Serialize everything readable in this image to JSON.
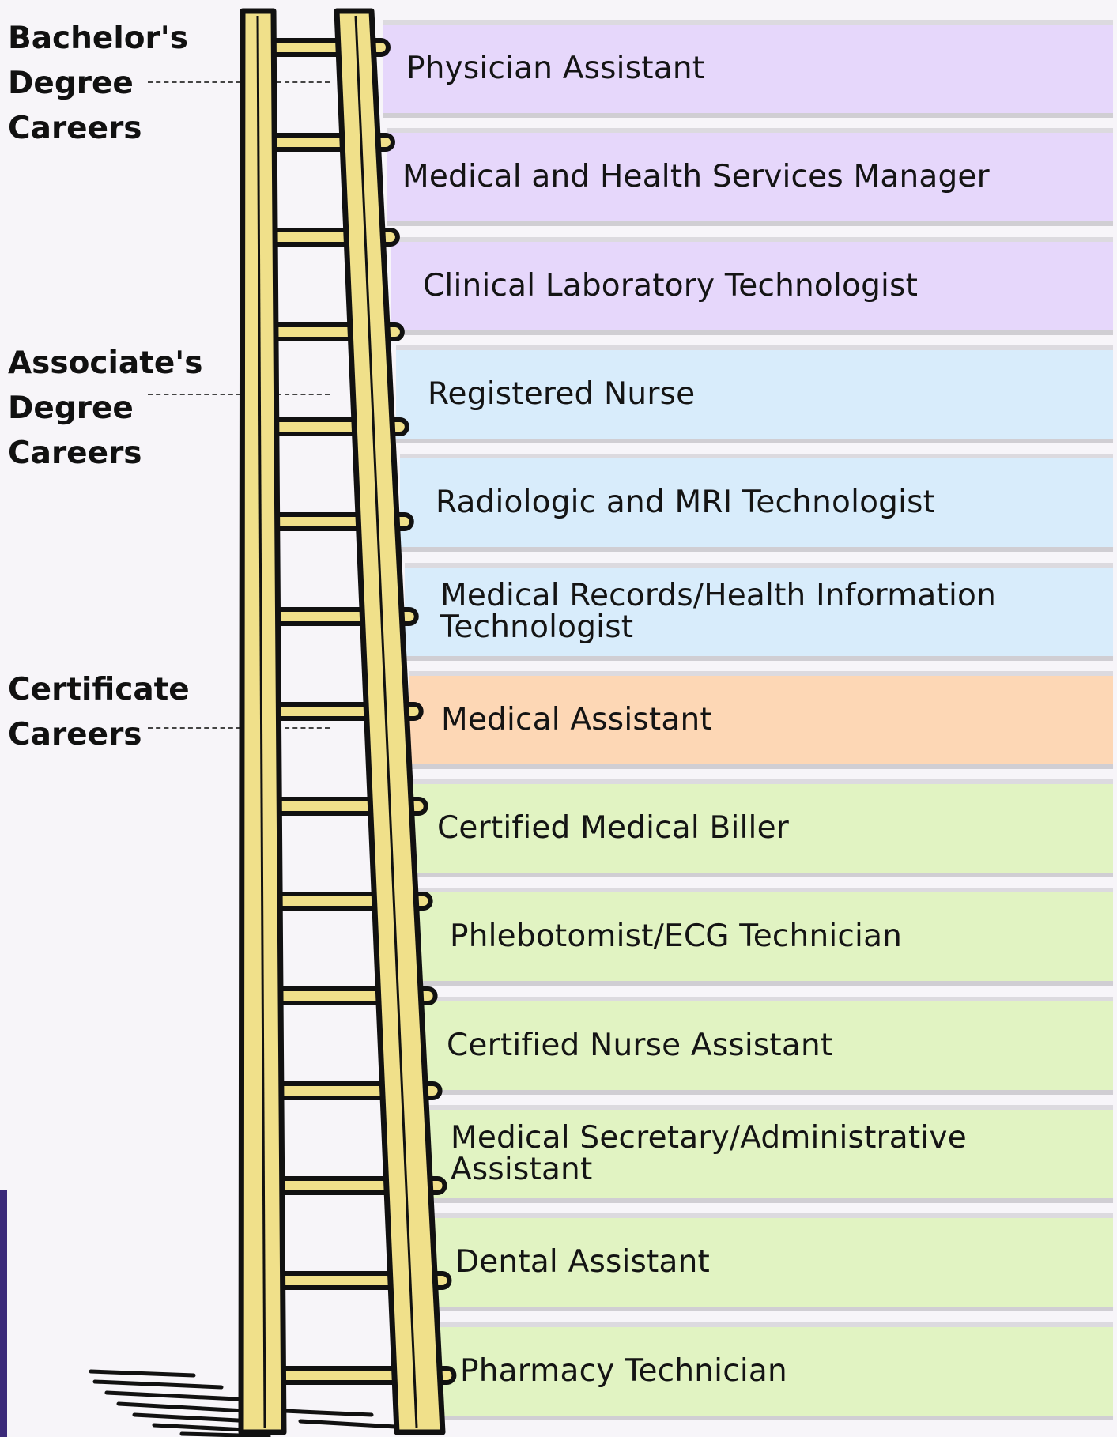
{
  "groups": {
    "bachelors": {
      "line1": "Bachelor's",
      "line2": "Degree",
      "line3": "Careers"
    },
    "associates": {
      "line1": "Associate's",
      "line2": "Degree",
      "line3": "Careers"
    },
    "certificate": {
      "line1": "Certificate",
      "line2": "Careers"
    }
  },
  "careers": [
    {
      "label": "Physician Assistant",
      "level": "bachelors"
    },
    {
      "label": "Medical and Health Services Manager",
      "level": "bachelors"
    },
    {
      "label": "Clinical Laboratory Technologist",
      "level": "bachelors"
    },
    {
      "label": "Registered Nurse",
      "level": "associates"
    },
    {
      "label": "Radiologic and MRI Technologist",
      "level": "associates"
    },
    {
      "label": "Medical Records/Health Information Technologist",
      "level": "associates"
    },
    {
      "label": "Medical Assistant",
      "level": "certificate-highlight"
    },
    {
      "label": "Certified Medical Biller",
      "level": "certificate"
    },
    {
      "label": "Phlebotomist/ECG Technician",
      "level": "certificate"
    },
    {
      "label": "Certified Nurse Assistant",
      "level": "certificate"
    },
    {
      "label": "Medical Secretary/Administrative Assistant",
      "level": "certificate"
    },
    {
      "label": "Dental Assistant",
      "level": "certificate"
    },
    {
      "label": "Pharmacy Technician",
      "level": "certificate"
    }
  ],
  "colors": {
    "bachelors": "#e6d7fb",
    "associates": "#d8ecfb",
    "certificate-highlight": "#fdd7b5",
    "certificate": "#e1f3c2",
    "ladder_fill": "#f0e08a",
    "ladder_outline": "#111111",
    "accent_bar": "#3b2a7a",
    "background": "#f7f5f9"
  }
}
